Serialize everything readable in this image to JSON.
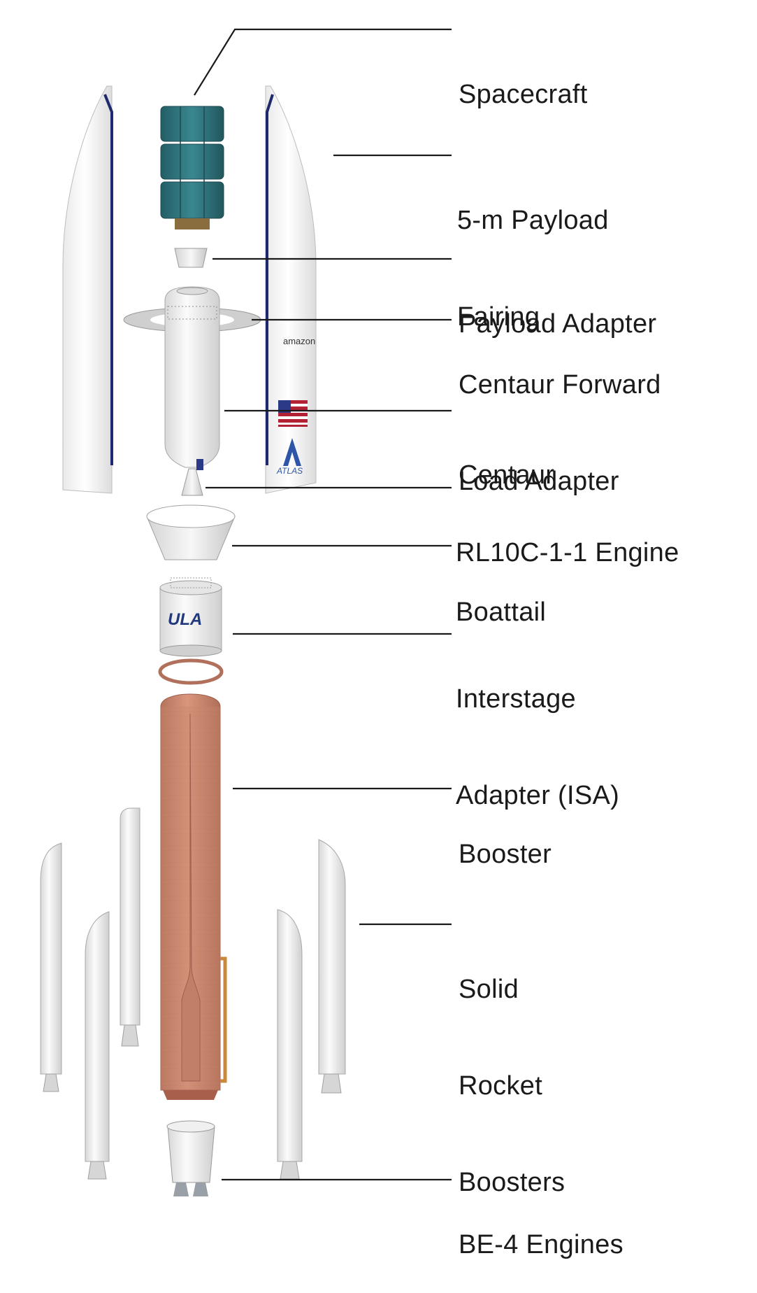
{
  "diagram": {
    "labels": [
      {
        "id": "spacecraft",
        "lines": [
          "Spacecraft"
        ]
      },
      {
        "id": "payload-fairing",
        "lines": [
          "5-m Payload",
          "Fairing"
        ]
      },
      {
        "id": "payload-adapter",
        "lines": [
          "Payload Adapter"
        ]
      },
      {
        "id": "centaur-forward-load-adapter",
        "lines": [
          "Centaur Forward",
          "Load Adapter"
        ]
      },
      {
        "id": "centaur",
        "lines": [
          "Centaur"
        ]
      },
      {
        "id": "rl10c-engine",
        "lines": [
          "RL10C-1-1 Engine"
        ]
      },
      {
        "id": "boattail",
        "lines": [
          "Boattail"
        ]
      },
      {
        "id": "interstage-adapter",
        "lines": [
          "Interstage",
          "Adapter (ISA)"
        ]
      },
      {
        "id": "booster",
        "lines": [
          "Booster"
        ]
      },
      {
        "id": "solid-rocket-boosters",
        "lines": [
          "Solid",
          "Rocket",
          "Boosters"
        ]
      },
      {
        "id": "be4-engines",
        "lines": [
          "BE-4 Engines"
        ]
      }
    ],
    "markings": {
      "ula_logo": "ULA",
      "atlas_logo": "ATLAS",
      "amazon_logo": "amazon"
    },
    "colors": {
      "fairing": "#f2f2f2",
      "fairing_edge": "#1f2a6e",
      "satellite": "#2d6f78",
      "booster": "#c9866e",
      "srb": "#e8e8e8",
      "leader": "#1a1a1a"
    }
  }
}
